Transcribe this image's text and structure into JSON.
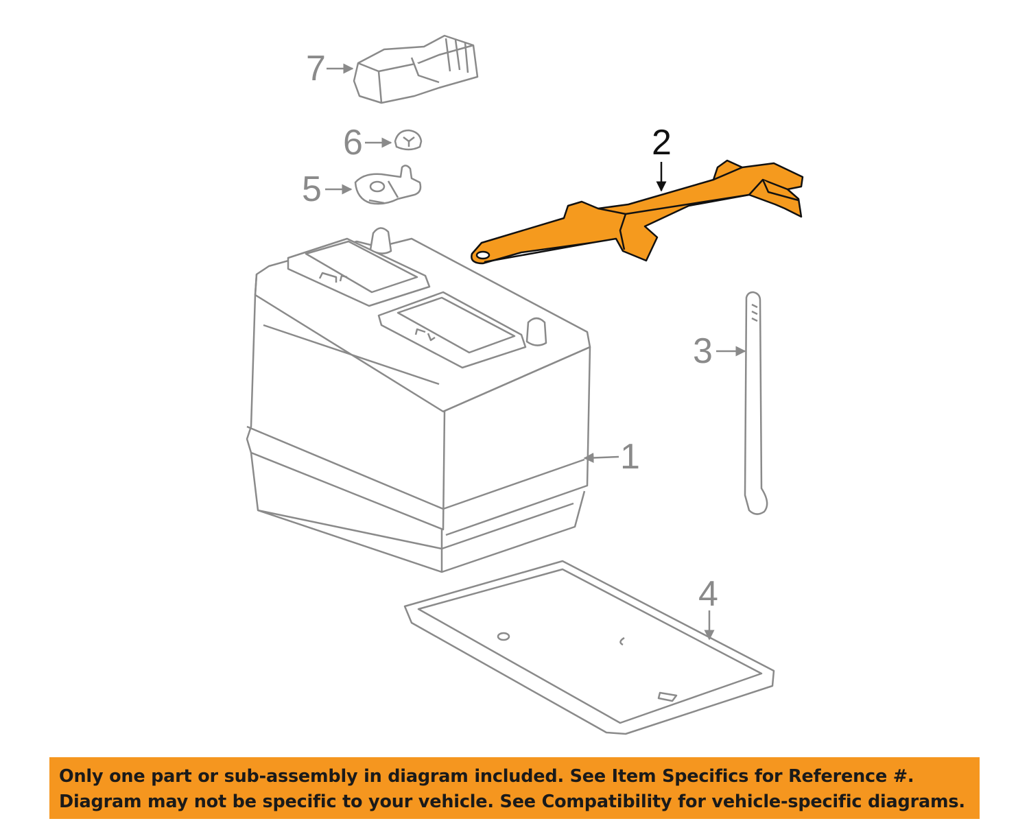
{
  "callouts": {
    "c1": "1",
    "c2": "2",
    "c3": "3",
    "c4": "4",
    "c5": "5",
    "c6": "6",
    "c7": "7"
  },
  "highlighted_part": "2",
  "colors": {
    "highlight_fill": "#f59a1e",
    "line": "#8a8a8a",
    "banner": "#f5961f"
  },
  "notice": {
    "line1": "Only one part or sub-assembly in diagram included. See Item Specifics for Reference #.",
    "line2": "Diagram may not be specific to your vehicle. See Compatibility for vehicle-specific diagrams."
  }
}
